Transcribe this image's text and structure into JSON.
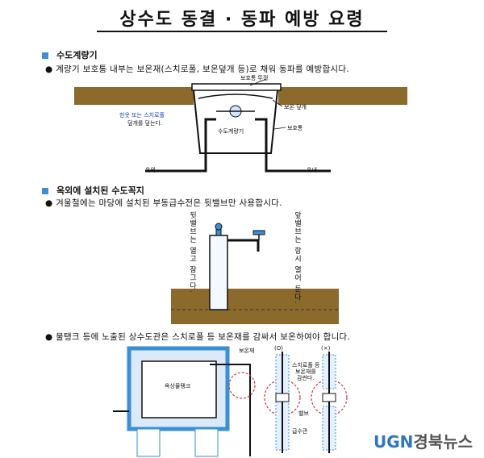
{
  "page_title": "상수도 동결 · 동파 예방 요령",
  "sections": [
    {
      "heading": "수도계량기",
      "bullet": "● 계량기 보호통 내부는 보온재(스치로폴, 보온덮개 등)로 채워 동파를 예방합시다.",
      "labels": {
        "lid": "보호통 뚜껑",
        "cover": "보온 덮개",
        "note_line1": "헌옷 또는 스치로폴",
        "note_line2": "덮개를 덮는다.",
        "meter": "수도계량기",
        "box": "보호통",
        "outdoor": "옥외",
        "indoor": "옥내"
      }
    },
    {
      "heading": "옥외에 설치된 수도꼭지",
      "bullet": "● 겨울철에는 마당에 설치된 부동급수전은 뒷밸브만 사용합시다.",
      "labels": {
        "left_valve": "뒷밸브는 열고 잠그다.",
        "right_valve": "앞밸브는 항시 열어 둔다."
      }
    },
    {
      "bullet": "● 물탱크 등에 노출된 상수도관은 스치로폴 등 보온재를 감싸서 보온하여야 합니다.",
      "labels": {
        "insulation": "보온재",
        "tank": "옥상물탱크",
        "good": "(O)",
        "bad": "(×)",
        "wrap_note_1": "스치로폴 등",
        "wrap_note_2": "보온재를",
        "wrap_note_3": "감싼다.",
        "valve": "밸브",
        "pipe": "급수관"
      }
    }
  ],
  "watermark": {
    "en": "UGN",
    "ko": "경북뉴스"
  },
  "colors": {
    "accent": "#3a8fd6",
    "soil": "#8b6a2b",
    "blue_text": "#1746c9",
    "highlight_circle": "#d23a3a"
  }
}
